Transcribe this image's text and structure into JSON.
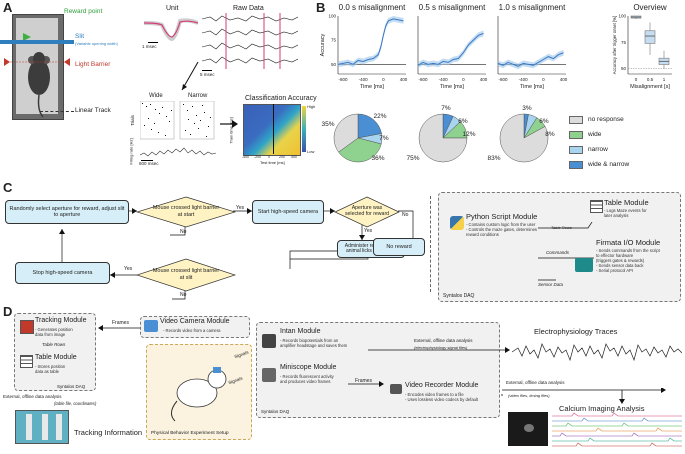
{
  "panels": {
    "a": "A",
    "b": "B",
    "c": "C",
    "d": "D"
  },
  "panel_a": {
    "reward_point": "Reward point",
    "slit": "Slit",
    "slit_sub": "(Variable opening width)",
    "light_barrier": "Light Barrier",
    "linear_track": "Linear Track",
    "unit": "Unit",
    "unit_scale": "1 msec",
    "raw_data": "Raw Data",
    "raw_scale": "5 msec",
    "wide": "Wide",
    "narrow": "Narrow",
    "trials": "Trials",
    "firing_rate": "Firing rate [Hz]",
    "psth_scale": "600 msec",
    "class_acc": "Classification Accuracy",
    "train_time": "Train time [ms]",
    "test_time": "Test time [ms]",
    "high": "High",
    "low": "Low",
    "test_ticks": [
      "-400",
      "-200",
      "0",
      "200",
      "400"
    ]
  },
  "panel_b": {
    "titles": [
      "0.0 s misalignment",
      "0.5 s misalignment",
      "1.0 s misalignment"
    ],
    "ylabel": "Accuracy",
    "xlabel": "Time [ms]",
    "yticks": [
      "100",
      "75",
      "50"
    ],
    "xticks": [
      "-800",
      "-400",
      "0",
      "400"
    ],
    "overview_title": "Overview",
    "overview_ylabel": "Accuracy after trigger onset [%]",
    "overview_xlabel": "Misalignment [s]",
    "overview_xticks": [
      "0",
      "0.5",
      "1"
    ],
    "overview_yticks": [
      "100",
      "75",
      "50"
    ]
  },
  "chart_data": [
    {
      "type": "line",
      "title": "0.0 s misalignment",
      "xlabel": "Time [ms]",
      "ylabel": "Accuracy",
      "xlim": [
        -900,
        450
      ],
      "ylim": [
        40,
        100
      ],
      "chance": 50,
      "x": [
        -900,
        -800,
        -700,
        -600,
        -500,
        -400,
        -300,
        -200,
        -100,
        -50,
        0,
        50,
        100,
        200,
        300,
        400
      ],
      "y": [
        50,
        51,
        52,
        50,
        54,
        53,
        55,
        56,
        60,
        68,
        80,
        90,
        95,
        97,
        96,
        95
      ]
    },
    {
      "type": "line",
      "title": "0.5 s misalignment",
      "xlabel": "Time [ms]",
      "ylabel": "Accuracy",
      "xlim": [
        -900,
        450
      ],
      "ylim": [
        40,
        100
      ],
      "chance": 50,
      "x": [
        -900,
        -800,
        -700,
        -600,
        -500,
        -400,
        -300,
        -200,
        -100,
        0,
        100,
        200,
        300,
        400
      ],
      "y": [
        49,
        52,
        50,
        51,
        50,
        53,
        52,
        55,
        56,
        62,
        70,
        75,
        80,
        82
      ]
    },
    {
      "type": "line",
      "title": "1.0 s misalignment",
      "xlabel": "Time [ms]",
      "ylabel": "Accuracy",
      "xlim": [
        -900,
        450
      ],
      "ylim": [
        40,
        100
      ],
      "chance": 50,
      "x": [
        -900,
        -800,
        -700,
        -600,
        -500,
        -400,
        -300,
        -200,
        -100,
        0,
        100,
        200,
        300,
        400
      ],
      "y": [
        51,
        49,
        52,
        50,
        48,
        51,
        50,
        49,
        52,
        55,
        58,
        56,
        60,
        62
      ]
    },
    {
      "type": "box",
      "title": "Overview",
      "xlabel": "Misalignment [s]",
      "ylabel": "Accuracy after trigger onset [%]",
      "categories": [
        "0",
        "0.5",
        "1"
      ],
      "ylim": [
        45,
        100
      ],
      "chance": 50,
      "boxes": [
        {
          "min": 97,
          "q1": 98,
          "median": 99,
          "q3": 100,
          "max": 100
        },
        {
          "min": 63,
          "q1": 74,
          "median": 81,
          "q3": 86,
          "max": 94
        },
        {
          "min": 50,
          "q1": 54,
          "median": 57,
          "q3": 60,
          "max": 67
        }
      ]
    },
    {
      "type": "pie",
      "categories": [
        "no response",
        "wide",
        "narrow",
        "wide & narrow"
      ],
      "values": [
        35,
        36,
        7,
        22
      ],
      "labels": [
        "35%",
        "36%",
        "7%",
        "22%"
      ]
    },
    {
      "type": "pie",
      "categories": [
        "no response",
        "wide",
        "narrow",
        "wide & narrow"
      ],
      "values": [
        75,
        12,
        6,
        7
      ],
      "labels": [
        "75%",
        "12%",
        "6%",
        "7%"
      ]
    },
    {
      "type": "pie",
      "categories": [
        "no response",
        "wide",
        "narrow",
        "wide & narrow"
      ],
      "values": [
        83,
        8,
        6,
        3
      ],
      "labels": [
        "83%",
        "8%",
        "6%",
        "3%"
      ]
    }
  ],
  "legend": [
    {
      "label": "no response",
      "color": "#dcdcdc"
    },
    {
      "label": "wide",
      "color": "#8fd18f"
    },
    {
      "label": "narrow",
      "color": "#a8d4f0"
    },
    {
      "label": "wide & narrow",
      "color": "#4a8fd4"
    }
  ],
  "colors": {
    "flow_fill": "#d6eef7",
    "diamond_fill": "#fff3c4",
    "line_blue": "#3a78c2",
    "band_blue": "#9cc6ea"
  },
  "panel_c": {
    "random_select": "Randomly select aperture for reward, adjust slit to aperture",
    "crossed_start": "Mouse crossed light barrier at start",
    "start_camera": "Start high-speed camera",
    "aperture_selected": "Aperture was selected for reward",
    "yes1": "Yes",
    "no1": "No",
    "yes2": "Yes",
    "no2": "No",
    "administer": "Administer reward once animal licks at lick port",
    "no_reward": "No reward",
    "stop_camera": "Stop high-speed camera",
    "crossed_slit": "Mouse crossed light barrier at slit",
    "yes3": "Yes",
    "no3": "No",
    "python_title": "Python Script Module",
    "python_bullets": [
      "- Contains custom logic from the user",
      "- Controls the maze gates, determines",
      "  reward conditions"
    ],
    "table_title": "Table Module",
    "table_bullets": [
      "- Logs Maze events for",
      "  later analysis"
    ],
    "table_rows": "Table Rows",
    "commands": "Commands",
    "firmata_title": "Firmata I/O Module",
    "firmata_bullets": [
      "- Sends commands from the script",
      "  to effector hardware",
      "  (triggers gates & rewards)",
      "- Sends sensor data back",
      "- Serial protocol API"
    ],
    "sensor_data": "Sensor Data",
    "syntalos_daq": "Syntalos DAQ"
  },
  "panel_d": {
    "tracking_title": "Tracking Module",
    "tracking_bullets": [
      "- Generates position",
      "  data from image"
    ],
    "table_rows": "Table Rows",
    "table_title": "Table Module",
    "table_bullets": [
      "- Stores position",
      "  data as table"
    ],
    "syntalos_daq_left": "Syntalos DAQ",
    "frames1": "Frames",
    "video_cam_title": "Video Camera Module",
    "video_cam_bullets": [
      "- Records video from a camera"
    ],
    "external_left": "External, offline data analysis",
    "table_file": "(table file, coordinates)",
    "tracking_info": "Tracking Information",
    "signals1": "Signals",
    "signals2": "Signals",
    "physical_setup": "Physical Behavior Experiment Setup",
    "intan_title": "Intan Module",
    "intan_bullets": [
      "- Records biopotentials from an",
      "  amplifier headstage and saves them"
    ],
    "external_ephys": "External, offline data analysis",
    "ephys_files": "(electrophysiology signal files)",
    "ephys_traces": "Electrophysiology Traces",
    "miniscope_title": "Miniscope Module",
    "miniscope_bullets": [
      "- Records fluorescent activity",
      "  and produces video frames"
    ],
    "frames2": "Frames",
    "video_rec_title": "Video Recorder Module",
    "video_rec_bullets": [
      "- Encodes video frames to a file",
      "- Uses lossless video codecs by default"
    ],
    "syntalos_daq_mid": "Syntalos DAQ",
    "external_ca": "External, offline data analysis",
    "video_files": "(video files, timing files)",
    "ca_analysis": "Calcium Imaging Analysis"
  }
}
